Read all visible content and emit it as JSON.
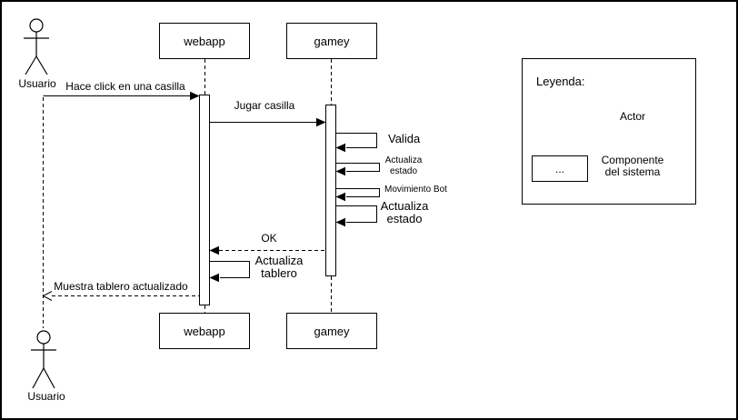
{
  "actors": {
    "top_label": "Usuario",
    "bottom_label": "Usuario"
  },
  "lifelines": [
    {
      "name": "webapp",
      "top_label": "webapp",
      "bottom_label": "webapp"
    },
    {
      "name": "gamey",
      "top_label": "gamey",
      "bottom_label": "gamey"
    }
  ],
  "messages": [
    {
      "label": "Hace click en una casilla",
      "from": "Usuario",
      "to": "webapp",
      "style": "solid"
    },
    {
      "label": "Jugar casilla",
      "from": "webapp",
      "to": "gamey",
      "style": "solid"
    },
    {
      "label": "Valida",
      "from": "gamey",
      "to": "gamey",
      "style": "self"
    },
    {
      "label": "Actualiza\nestado",
      "from": "gamey",
      "to": "gamey",
      "style": "self"
    },
    {
      "label": "Movimiento Bot",
      "from": "gamey",
      "to": "gamey",
      "style": "self"
    },
    {
      "label": "Actualiza\nestado",
      "from": "gamey",
      "to": "gamey",
      "style": "self"
    },
    {
      "label": "OK",
      "from": "gamey",
      "to": "webapp",
      "style": "dashed-return"
    },
    {
      "label": "Actualiza\ntablero",
      "from": "webapp",
      "to": "webapp",
      "style": "self"
    },
    {
      "label": "Muestra tablero actualizado",
      "from": "webapp",
      "to": "Usuario",
      "style": "dashed-return-open"
    }
  ],
  "legend": {
    "title": "Leyenda:",
    "actor_label": "Actor",
    "component_symbol": "...",
    "component_label": "Componente\ndel sistema"
  },
  "colors": {
    "stroke": "#000000",
    "background": "#ffffff"
  }
}
